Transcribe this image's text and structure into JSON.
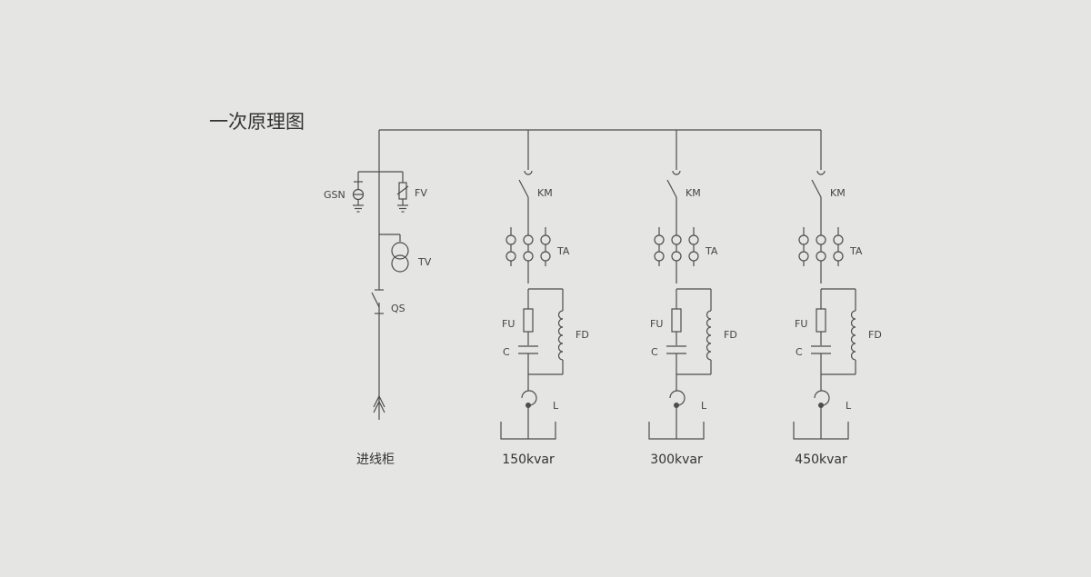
{
  "title": "一次原理图",
  "incoming": {
    "caption": "进线柜",
    "labels": {
      "gsn": "GSN",
      "fv": "FV",
      "tv": "TV",
      "qs": "QS"
    }
  },
  "branch_labels": {
    "km": "KM",
    "ta": "TA",
    "fu": "FU",
    "c": "C",
    "fd": "FD",
    "l": "L"
  },
  "branches": [
    {
      "caption": "150kvar"
    },
    {
      "caption": "300kvar"
    },
    {
      "caption": "450kvar"
    }
  ],
  "colors": {
    "background": "#e5e5e3",
    "line": "#4d4d4d",
    "text": "#444444"
  }
}
